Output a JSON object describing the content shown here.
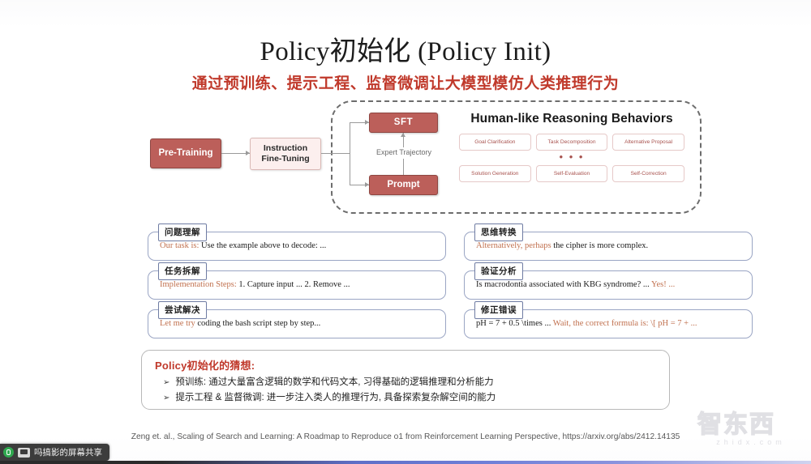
{
  "slide": {
    "title_main": "Policy初始化 (Policy Init)",
    "title_sub": "通过预训练、提示工程、监督微调让大模型模仿人类推理行为",
    "accent_red": "#c0392b",
    "box_red": "#bc5f5a",
    "card_border_blue": "#9aa5c4"
  },
  "pipeline": {
    "pretrain": "Pre-Training",
    "instruction_line1": "Instruction",
    "instruction_line2": "Fine-Tuning",
    "sft": "SFT",
    "prompt": "Prompt",
    "expert_trajectory": "Expert Trajectory"
  },
  "behaviors": {
    "title": "Human-like Reasoning Behaviors",
    "row1": [
      "Goal Clarification",
      "Task Decomposition",
      "Alternative Proposal"
    ],
    "dots": "• • •",
    "row2": [
      "Solution Generation",
      "Self-Evaluation",
      "Self-Correction"
    ]
  },
  "cards": {
    "left": [
      {
        "tag": "问题理解",
        "highlight": "Our task is:",
        "rest": " Use the example above to decode: ..."
      },
      {
        "tag": "任务拆解",
        "highlight": "Implementation Steps:",
        "rest": " 1. Capture input ... 2. Remove ..."
      },
      {
        "tag": "尝试解决",
        "highlight": "Let me try",
        "rest": " coding the bash script step by step..."
      }
    ],
    "right": [
      {
        "tag": "思维转换",
        "highlight": "Alternatively, perhaps",
        "rest": " the cipher is more complex.",
        "lead": ""
      },
      {
        "tag": "验证分析",
        "highlight": " Yes! ...",
        "rest": "",
        "lead": "Is macrodontia associated with KBG syndrome? ..."
      },
      {
        "tag": "修正错误",
        "highlight": " Wait, the correct formula is: \\[ pH = 7 + ...",
        "rest": "",
        "lead": "pH = 7 + 0.5 \\times ..."
      }
    ]
  },
  "summary": {
    "title": "Policy初始化的猜想:",
    "bullet_glyph": "➢",
    "items": [
      "预训练: 通过大量富含逻辑的数学和代码文本, 习得基础的逻辑推理和分析能力",
      "提示工程 & 监督微调: 进一步注入类人的推理行为, 具备探索复杂解空间的能力"
    ]
  },
  "footer": {
    "citation": "Zeng et. al., Scaling of Search and Learning: A Roadmap to Reproduce o1 from Reinforcement Learning Perspective, https://arxiv.org/abs/2412.14135"
  },
  "watermark": {
    "cn": "智东西",
    "en": "zhidx.com"
  },
  "taskbar": {
    "label": "吗搞影的屏幕共享"
  }
}
